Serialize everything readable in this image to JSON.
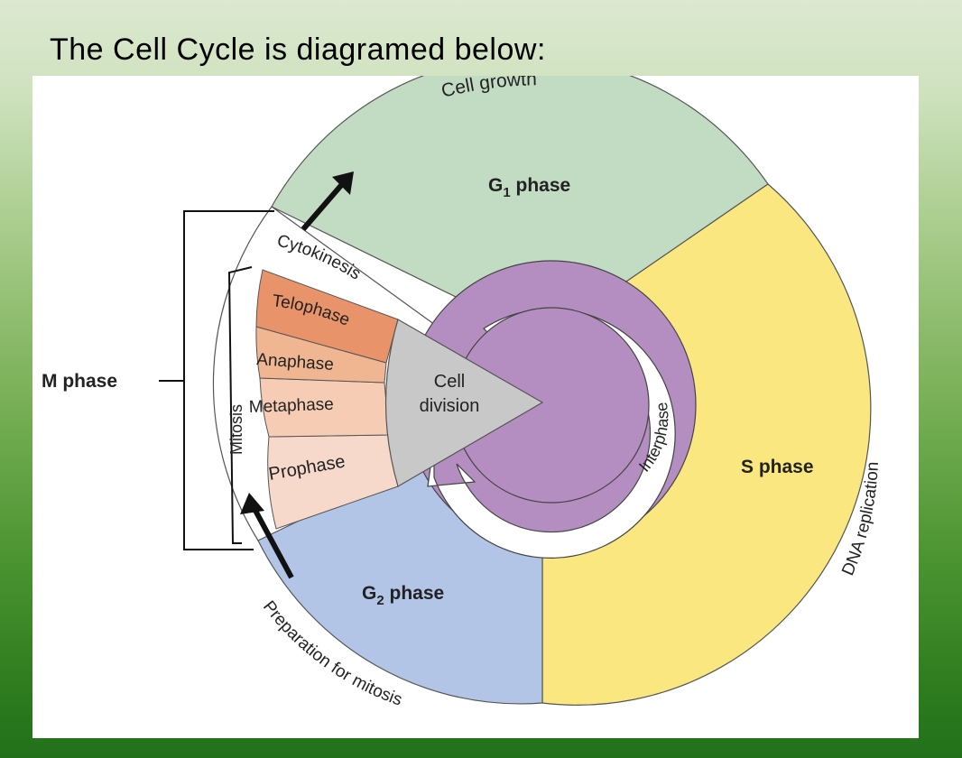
{
  "header": {
    "title": "The Cell Cycle is diagramed below:"
  },
  "diagram": {
    "labels": {
      "cell_growth": "Cell growth",
      "g1_main": "G",
      "g1_sub": "1",
      "g1_suffix": " phase",
      "s_phase": "S phase",
      "g2_main": "G",
      "g2_sub": "2",
      "g2_suffix": " phase",
      "dna_replication": "DNA replication",
      "preparation": "Preparation for mitosis",
      "interphase": "Interphase",
      "cell_division_line1": "Cell",
      "cell_division_line2": "division",
      "cytokinesis": "Cytokinesis",
      "telophase": "Telophase",
      "anaphase": "Anaphase",
      "metaphase": "Metaphase",
      "prophase": "Prophase",
      "mitosis": "Mitosis",
      "m_phase": "M phase"
    },
    "colors": {
      "g1": "#c2dcc3",
      "s": "#fbe77f",
      "g2": "#b3c5e7",
      "interphase_ring": "#b48ec0",
      "inner_circle": "#b48ec0",
      "cell_division": "#c8c8c8",
      "telophase": "#e9936a",
      "anaphase": "#f0b591",
      "metaphase": "#f6cdb4",
      "prophase": "#f7d9cb"
    }
  }
}
